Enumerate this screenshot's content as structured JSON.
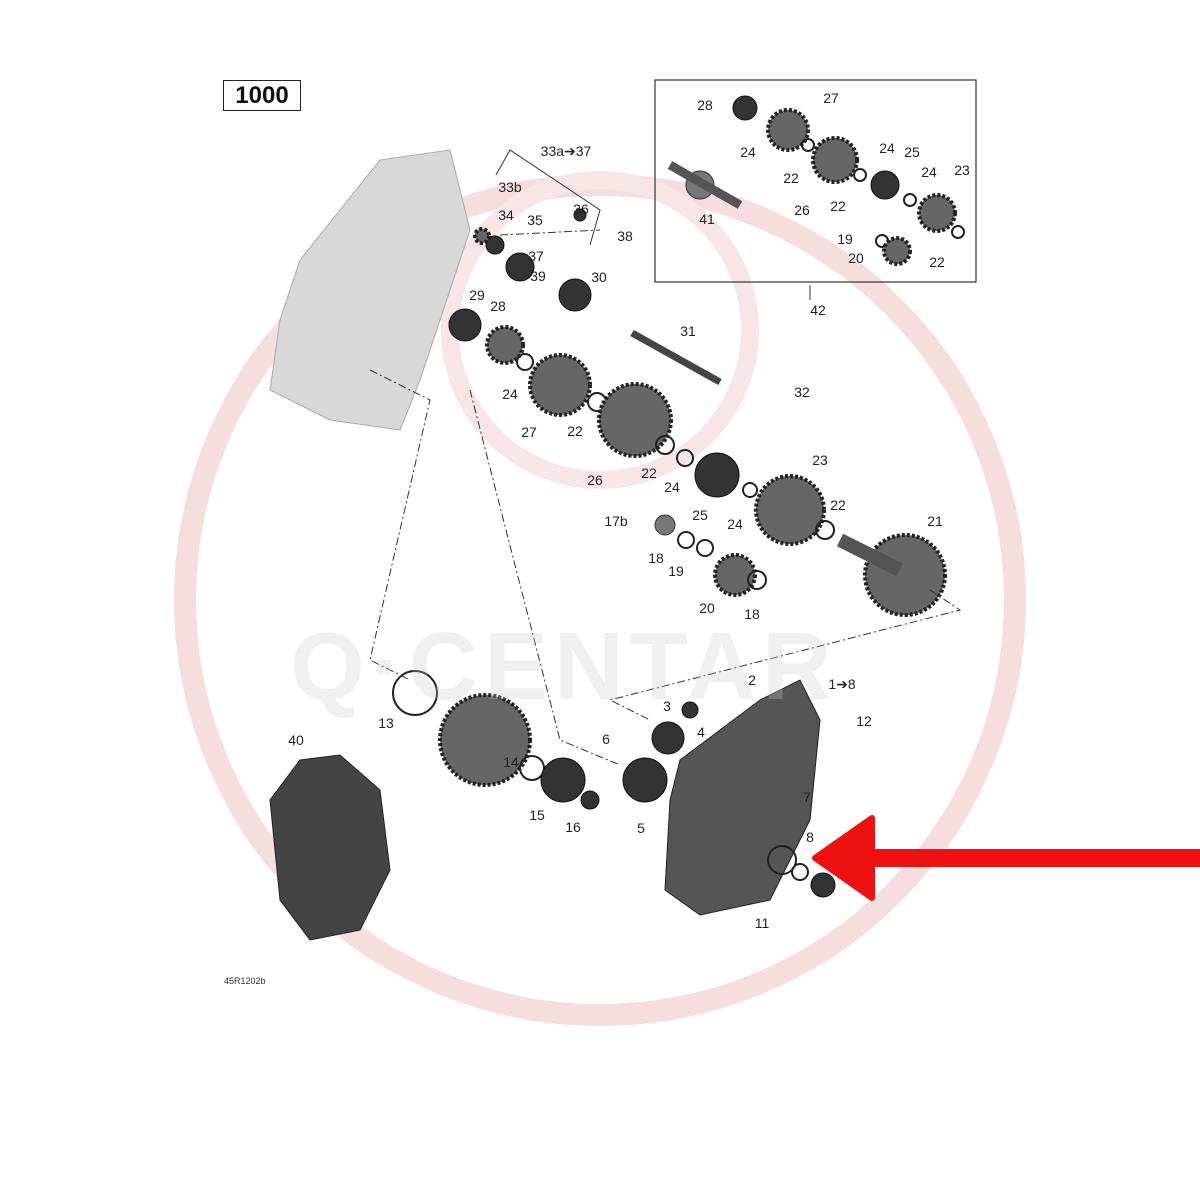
{
  "diagram": {
    "section_number": "1000",
    "reference_code": "45R1202b",
    "watermark": "Q·CENTAR",
    "highlight_color": "#ee1111",
    "inset_labels": [
      "28",
      "27",
      "24",
      "22",
      "24",
      "25",
      "24",
      "23",
      "41",
      "26",
      "22",
      "19",
      "20",
      "22",
      "42"
    ],
    "main_labels": [
      "33a➔37",
      "33b",
      "34",
      "35",
      "36",
      "38",
      "37",
      "39",
      "29",
      "28",
      "30",
      "31",
      "24",
      "27",
      "22",
      "32",
      "26",
      "22",
      "24",
      "23",
      "25",
      "24",
      "22",
      "21",
      "17b",
      "18",
      "19",
      "20",
      "18",
      "13",
      "40",
      "3",
      "2",
      "1➔8",
      "12",
      "4",
      "6",
      "14",
      "15",
      "16",
      "5",
      "7",
      "8",
      "11"
    ]
  }
}
